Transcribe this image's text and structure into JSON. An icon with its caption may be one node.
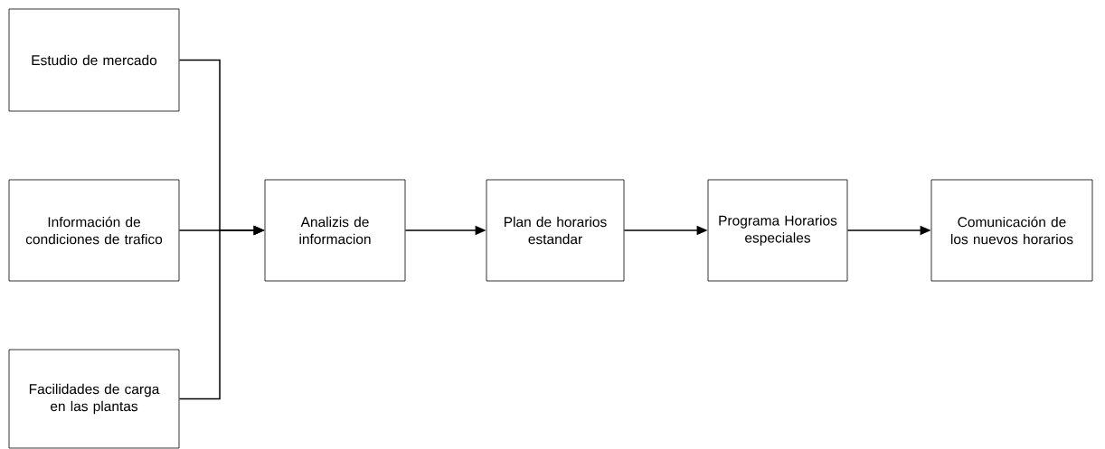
{
  "diagram": {
    "nodes": [
      {
        "text": [
          "Estudio de mercado"
        ]
      },
      {
        "text": [
          "Información de condiciones de trafico"
        ]
      },
      {
        "text": [
          "Facilidades de carga en las plantas"
        ]
      },
      {
        "text": [
          "Analizis de informacion"
        ]
      },
      {
        "text": [
          "Plan de horarios estandar"
        ]
      },
      {
        "text": [
          "Programa Horarios especiales"
        ]
      },
      {
        "text": [
          "Comunicación de los nuevos horarios"
        ]
      }
    ],
    "edges": [
      {
        "from": 0,
        "to": 3,
        "arrow": "to"
      },
      {
        "from": 1,
        "to": 3,
        "arrow": "to"
      },
      {
        "from": 2,
        "to": 3,
        "arrow": "to"
      },
      {
        "from": 3,
        "to": 4,
        "arrow": "to"
      },
      {
        "from": 4,
        "to": 5,
        "arrow": "to"
      },
      {
        "from": 5,
        "to": 6,
        "arrow": "to"
      }
    ]
  }
}
